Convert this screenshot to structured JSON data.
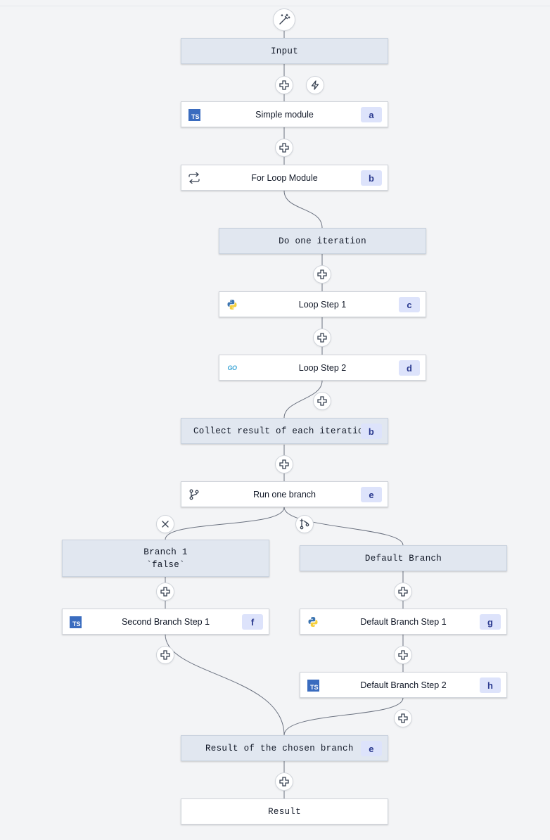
{
  "flow": {
    "input_label": "Input",
    "simple_module": {
      "label": "Simple module",
      "badge": "a"
    },
    "for_loop_module": {
      "label": "For Loop Module",
      "badge": "b"
    },
    "do_one_iteration_label": "Do one iteration",
    "loop_step_1": {
      "label": "Loop Step 1",
      "badge": "c"
    },
    "loop_step_2": {
      "label": "Loop Step 2",
      "badge": "d"
    },
    "collect_result": {
      "label": "Collect result of each iteration",
      "badge": "b"
    },
    "run_one_branch": {
      "label": "Run one branch",
      "badge": "e"
    },
    "branch_1": {
      "label": "Branch 1",
      "condition": "`false`"
    },
    "second_branch_step_1": {
      "label": "Second Branch Step 1",
      "badge": "f"
    },
    "default_branch_label": "Default Branch",
    "default_branch_step_1": {
      "label": "Default Branch Step 1",
      "badge": "g"
    },
    "default_branch_step_2": {
      "label": "Default Branch Step 2",
      "badge": "h"
    },
    "result_of_chosen_branch": {
      "label": "Result of the chosen branch",
      "badge": "e"
    },
    "result_label": "Result"
  },
  "icons": {
    "ts_text": "TS",
    "go_text": "GO",
    "typescript_color": "#3a6cbf",
    "go_color": "#3ba5d6",
    "python_blue": "#3b74b0",
    "python_yellow": "#f5cf3c"
  }
}
